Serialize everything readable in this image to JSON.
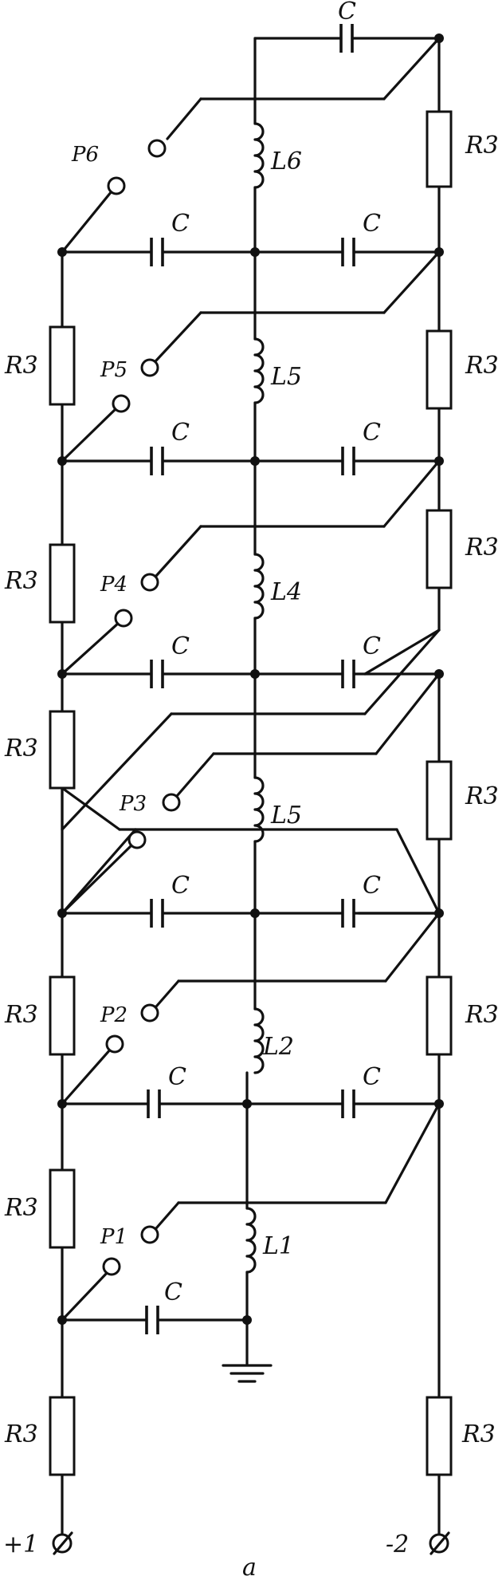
{
  "resistor_label": "R3",
  "capacitor_label": "C",
  "inductors": [
    "L1",
    "L2",
    "L5",
    "L4",
    "L5",
    "L6"
  ],
  "switches": [
    "P1",
    "P2",
    "P3",
    "P4",
    "P5",
    "P6"
  ],
  "terminals": {
    "plus": "+1",
    "minus": "-2"
  },
  "caption": "a"
}
